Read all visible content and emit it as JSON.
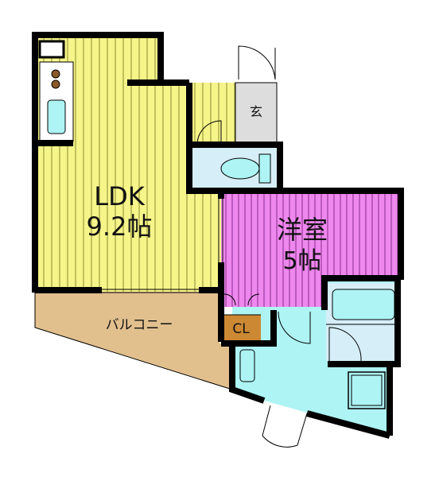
{
  "rooms": {
    "ldk": {
      "name": "LDK",
      "size": "9.2帖"
    },
    "western_room": {
      "name": "洋室",
      "size": "5帖"
    },
    "closet": {
      "name": "CL"
    },
    "entrance": {
      "name": "玄"
    },
    "balcony": {
      "name": "バルコニー"
    }
  },
  "colors": {
    "ldk": "#f6f58a",
    "ldk_stripe": "#8a8a30",
    "western_room": "#ee88ee",
    "western_stripe": "#8a2a8a",
    "balcony": "#e2c08e",
    "wet_area": "#aef4f4",
    "closet": "#cc8833",
    "entrance": "#dddddd",
    "toilet_room": "#d6eef8",
    "bath_room": "#d6eef8",
    "wall": "#000000"
  },
  "icons": [
    "stove-icon",
    "kitchen-sink-icon",
    "toilet-icon",
    "bathtub-icon",
    "washbasin-icon",
    "washing-machine-pan-icon",
    "door-swing-icon"
  ]
}
